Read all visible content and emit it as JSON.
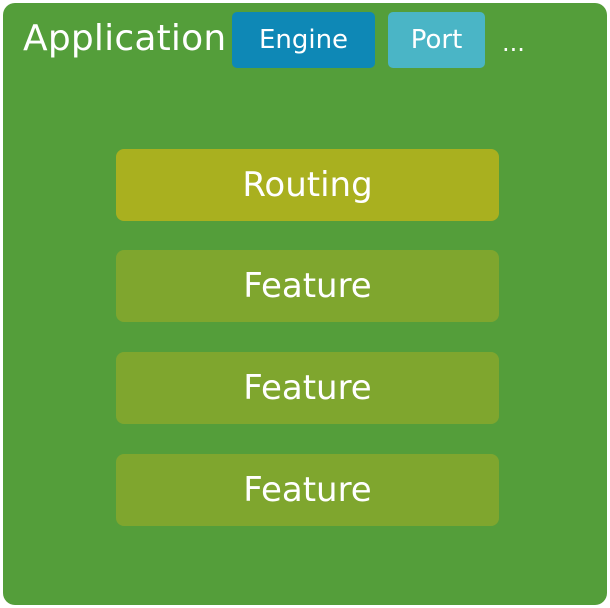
{
  "application": {
    "title": "Application",
    "chips": [
      {
        "label": "Engine",
        "color": "#0e88b6"
      },
      {
        "label": "Port",
        "color": "#4ab5c6"
      }
    ],
    "ellipsis": "...",
    "background_color": "#549e3a"
  },
  "stack": {
    "routing": {
      "label": "Routing",
      "color": "#a9b01f"
    },
    "features": [
      {
        "label": "Feature"
      },
      {
        "label": "Feature"
      },
      {
        "label": "Feature"
      }
    ],
    "feature_color": "#7fa62e"
  }
}
